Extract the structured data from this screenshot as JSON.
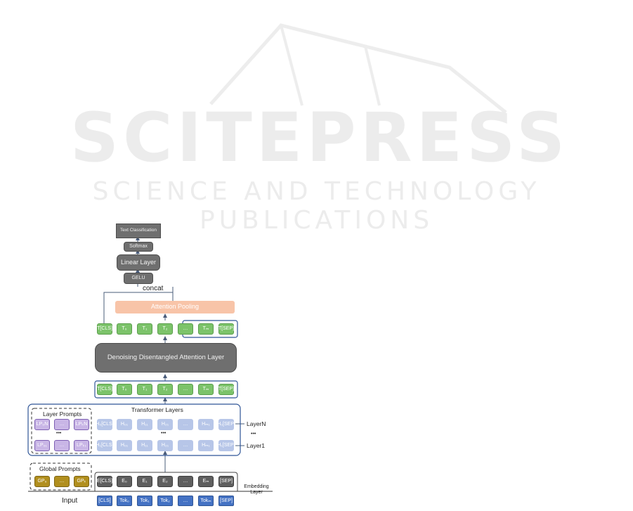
{
  "watermark": {
    "main": "SCITEPRESS",
    "sub": "SCIENCE AND TECHNOLOGY PUBLICATIONS"
  },
  "output": {
    "text_classification": "Text Classification",
    "softmax": "Softmax",
    "linear_layer": "Linear Layer",
    "gelu": "GELU",
    "concat": "concat"
  },
  "attention_pooling": "Attention Pooling",
  "pool_tokens": [
    "T₀",
    "T₁",
    "T₂",
    "…",
    "Tₘ",
    "T[SEP]"
  ],
  "cls_token": "T[CLS]",
  "denoising_layer": "Denoising Disentangled Attention Layer",
  "mid_tokens": [
    "T[CLS]",
    "T₀",
    "T₁",
    "T₂",
    "…",
    "Tₘ",
    "T[SEP]"
  ],
  "transformer": {
    "title": "Transformer Layers",
    "layer_prompts_title": "Layer Prompts",
    "top_prompts": [
      "LP₀N",
      "…",
      "LPₖN"
    ],
    "bottom_prompts": [
      "LP₀₁",
      "…",
      "LPₖ₁"
    ],
    "prompt_dots": "•••",
    "hidden_top": [
      "H₀[CLS]",
      "H₀₁",
      "H₁₁",
      "H₂₁",
      "…",
      "Hₘ₁",
      "H₀[SEP]"
    ],
    "hidden_bottom": [
      "H₁[CLS]",
      "H₀₁",
      "H₁₁",
      "H₂₁",
      "…",
      "Hₘ₁",
      "H₁[SEP]"
    ],
    "row_dots": "•••",
    "layer_n": "LayerN",
    "layer_1": "Layer1",
    "side_dots": "•••"
  },
  "embedding": {
    "global_prompts_title": "Global Prompts",
    "global_prompts": [
      "GP₀",
      "…",
      "GPₖ"
    ],
    "tokens": [
      "E[CLS]",
      "E₀",
      "E₁",
      "E₂",
      "…",
      "Eₘ",
      "[SEP]"
    ],
    "label": "Embedding Layer"
  },
  "input": {
    "label": "Input",
    "tokens": [
      "[CLS]",
      "Tok₀",
      "Tok₁",
      "Tok₂",
      "…",
      "Tokₘ",
      "[SEP]"
    ]
  },
  "colors": {
    "green": "#7cc36a",
    "light_blue": "#b7c6e8",
    "purple": "#c9b6e6",
    "gold": "#b18f1e",
    "token_blue": "#4472c4",
    "salmon": "#f8c4a8",
    "gray": "#6f6f6f",
    "frame_blue": "#2f5597"
  }
}
